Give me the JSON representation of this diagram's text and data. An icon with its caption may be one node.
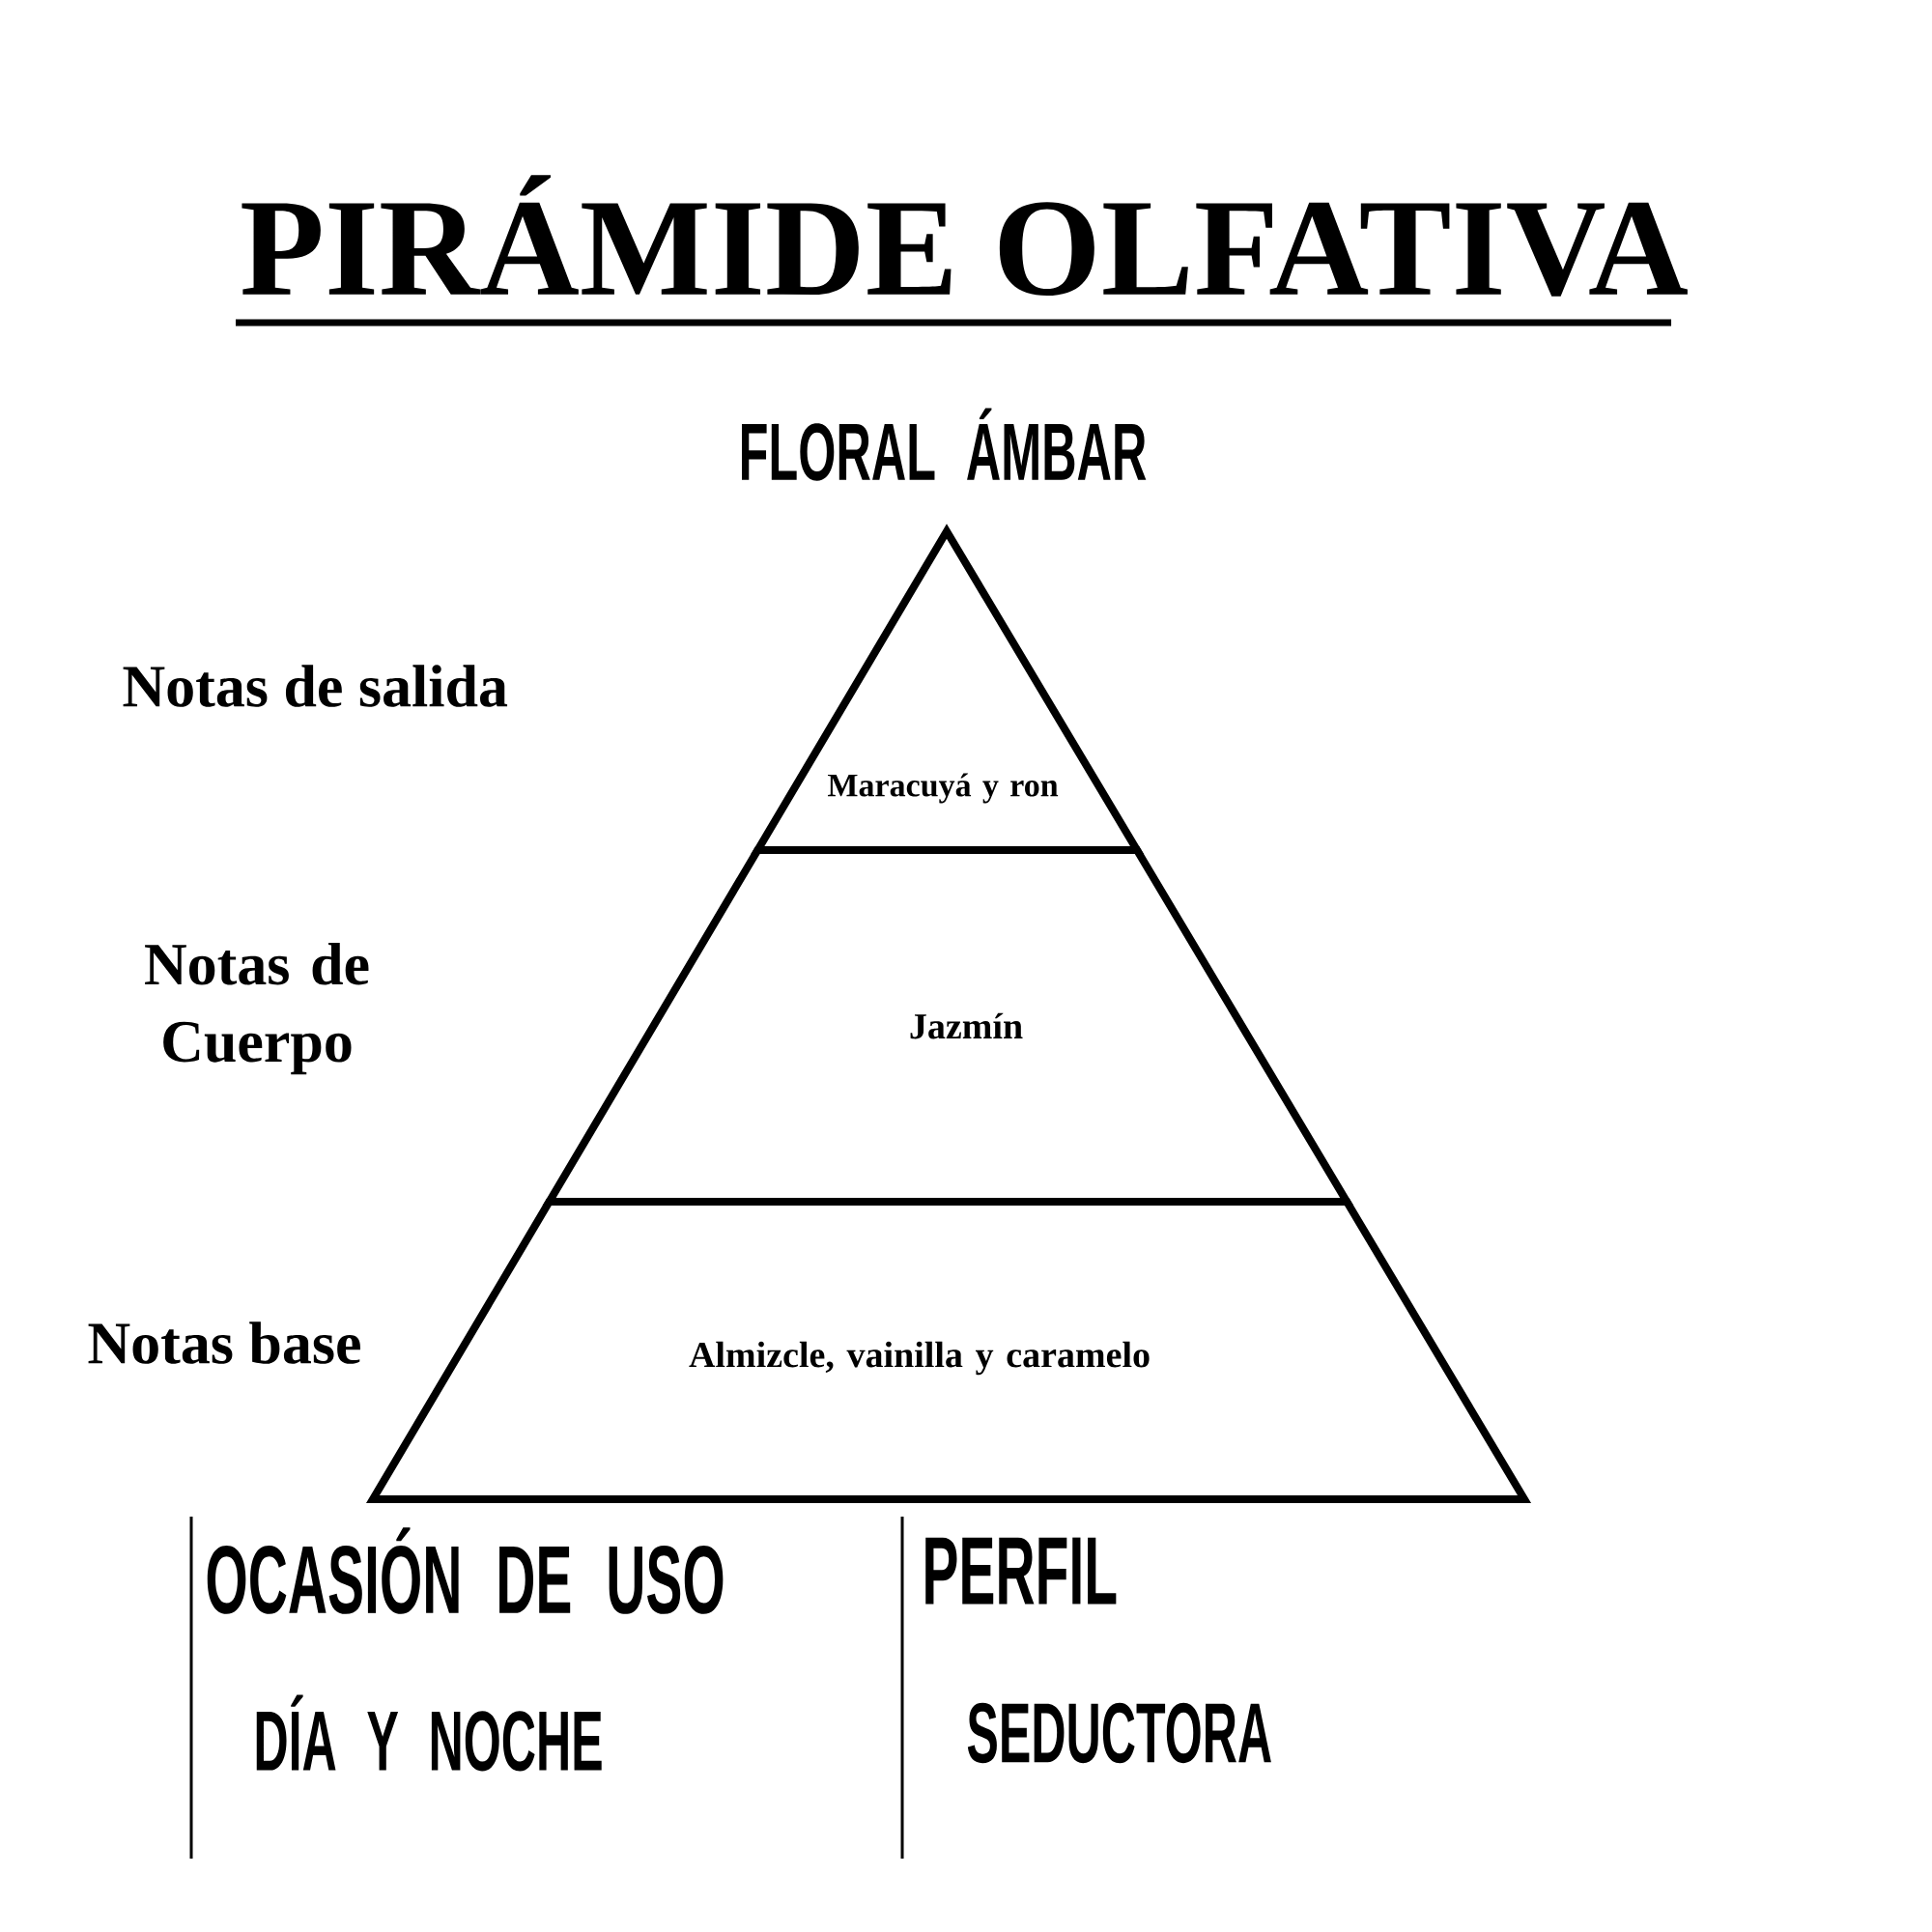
{
  "diagram": {
    "title": "PIRÁMIDE OLFATIVA",
    "nodes": [
      {
        "text": [
          "Maracuyá y ron"
        ]
      },
      {
        "text": [
          "Jazmín"
        ],
        "beside": [
          "Notas de Cuerpo"
        ]
      },
      {
        "text": [
          "Almizcle, vainilla y caramelo"
        ],
        "beside": [
          "Notas base"
        ]
      }
    ],
    "labels": [
      "FLORAL ÁMBAR",
      "Notas de salida",
      "OCASIÓN DE USO",
      "DÍA Y NOCHE",
      "PERFIL",
      "SEDUCTORA"
    ]
  }
}
